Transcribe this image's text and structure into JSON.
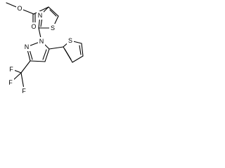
{
  "molecule": {
    "atoms": {
      "ester_o_methyl": "O",
      "ester_o_carbonyl": "O",
      "thiazole_s": "S",
      "thiazole_n": "N",
      "pyrazole_n1": "N",
      "pyrazole_n2": "N",
      "thiophene_s": "S",
      "f1": "F",
      "f2": "F",
      "f3": "F"
    }
  },
  "colors": {
    "bond": "#000000",
    "label": "#000000",
    "background": "#ffffff"
  }
}
